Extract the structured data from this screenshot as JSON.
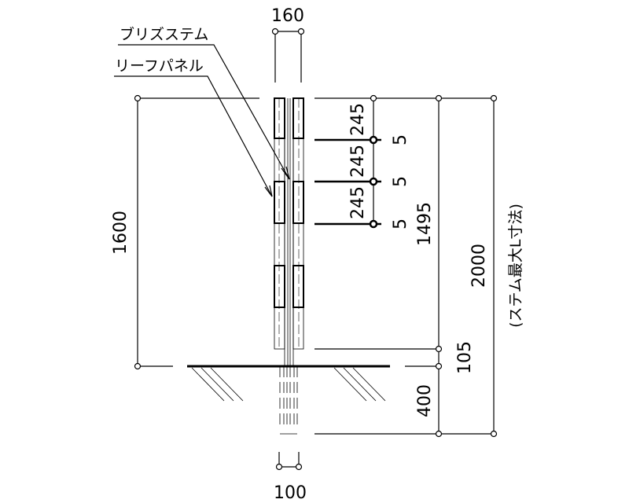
{
  "labels": {
    "stem": "ブリズステム",
    "panel": "リーフパネル"
  },
  "dimensions": {
    "top_width": "160",
    "bottom_width": "100",
    "total_height_above": "1600",
    "panel_spacing": [
      "245",
      "245",
      "245"
    ],
    "gap": [
      "5",
      "5",
      "5"
    ],
    "span": "1495",
    "bottom_clearance": "105",
    "embed_depth": "400",
    "stem_length": "2000",
    "stem_note": "(ステム最大L寸法)"
  },
  "colors": {
    "line": "#000000",
    "bg": "#ffffff"
  }
}
